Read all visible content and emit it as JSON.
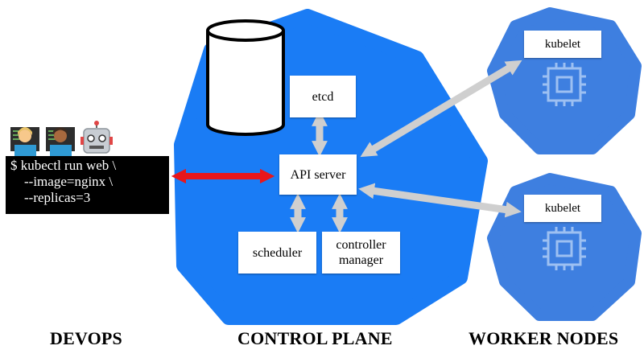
{
  "terminal": {
    "lines": [
      "$ kubectl run web \\",
      "    --image=nginx \\",
      "    --replicas=3"
    ]
  },
  "control_plane": {
    "etcd": "etcd",
    "api_server": "API server",
    "scheduler": "scheduler",
    "controller_manager_line1": "controller",
    "controller_manager_line2": "manager"
  },
  "worker_nodes": {
    "node1_label": "kubelet",
    "node2_label": "kubelet"
  },
  "sections": {
    "devops": "DEVOPS",
    "control_plane": "CONTROL PLANE",
    "worker_nodes": "WORKER NODES"
  },
  "colors": {
    "control_plane_blue": "#1a7cf5",
    "worker_node_blue": "#3e7fe0",
    "arrow_gray": "#cfcfcf",
    "arrow_red": "#e8161b"
  },
  "icons": [
    "woman-technologist-icon",
    "man-technologist-icon",
    "robot-icon",
    "database-cylinder-icon",
    "cpu-chip-icon"
  ]
}
